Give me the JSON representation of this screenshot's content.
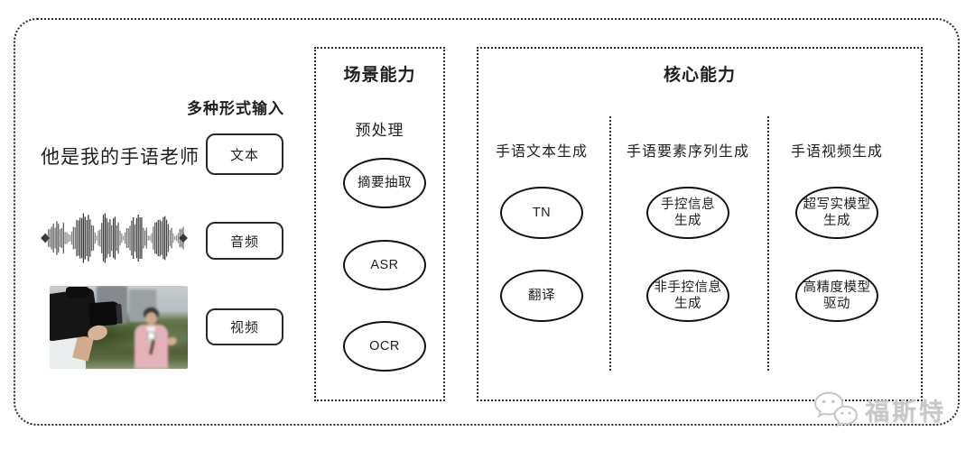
{
  "colors": {
    "line": "#1f1f1f",
    "box_border": "#2a2a2a",
    "watermark": "#c7c7c7"
  },
  "input_section": {
    "label": "多种形式输入",
    "text_example": "他是我的手语老师",
    "items": [
      {
        "label": "文本"
      },
      {
        "label": "音频"
      },
      {
        "label": "视频"
      }
    ],
    "media": {
      "audio_icon": "audio-waveform-icon",
      "video_photo": "cameraman-filming-reporter-photo"
    }
  },
  "scene_box": {
    "title": "场景能力",
    "subtitle": "预处理",
    "nodes": [
      "摘要抽取",
      "ASR",
      "OCR"
    ]
  },
  "core_box": {
    "title": "核心能力",
    "columns": [
      {
        "header": "手语文本生成",
        "nodes": [
          "TN",
          "翻译"
        ]
      },
      {
        "header": "手语要素序列生成",
        "nodes": [
          "手控信息\n生成",
          "非手控信息\n生成"
        ]
      },
      {
        "header": "手语视频生成",
        "nodes": [
          "超写实模型\n生成",
          "高精度模型\n驱动"
        ]
      }
    ]
  },
  "watermark": {
    "text": "福斯特",
    "icon": "wechat-chat-bubbles-icon"
  }
}
